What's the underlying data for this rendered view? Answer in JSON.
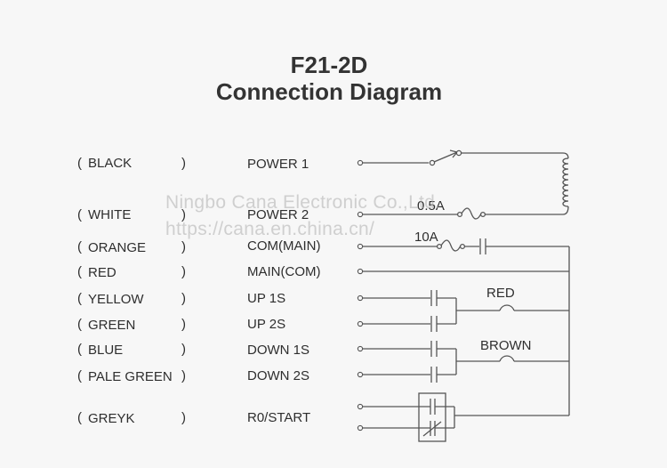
{
  "title": {
    "model": "F21-2D",
    "subtitle": "Connection Diagram"
  },
  "watermark": {
    "line1": "Ningbo Cana Electronic Co.,Ltd.",
    "line2": "https://cana.en.china.cn/"
  },
  "wires": [
    {
      "color": "BLACK",
      "function": "POWER 1"
    },
    {
      "color": "WHITE",
      "function": "POWER 2"
    },
    {
      "color": "ORANGE",
      "function": "COM(MAIN)"
    },
    {
      "color": "RED",
      "function": "MAIN(COM)"
    },
    {
      "color": "YELLOW",
      "function": "UP 1S"
    },
    {
      "color": "GREEN",
      "function": "UP 2S"
    },
    {
      "color": "BLUE",
      "function": "DOWN 1S"
    },
    {
      "color": "PALE GREEN",
      "function": "DOWN 2S"
    },
    {
      "color": "GREYK",
      "function": "R0/START"
    }
  ],
  "paren_open": "(",
  "paren_close": ")",
  "circuit": {
    "fuse_power": "0.5A",
    "fuse_main": "10A",
    "motor_up_label": "RED",
    "motor_down_label": "BROWN"
  },
  "colors": {
    "line": "#555555",
    "background": "#f7f7f7"
  }
}
